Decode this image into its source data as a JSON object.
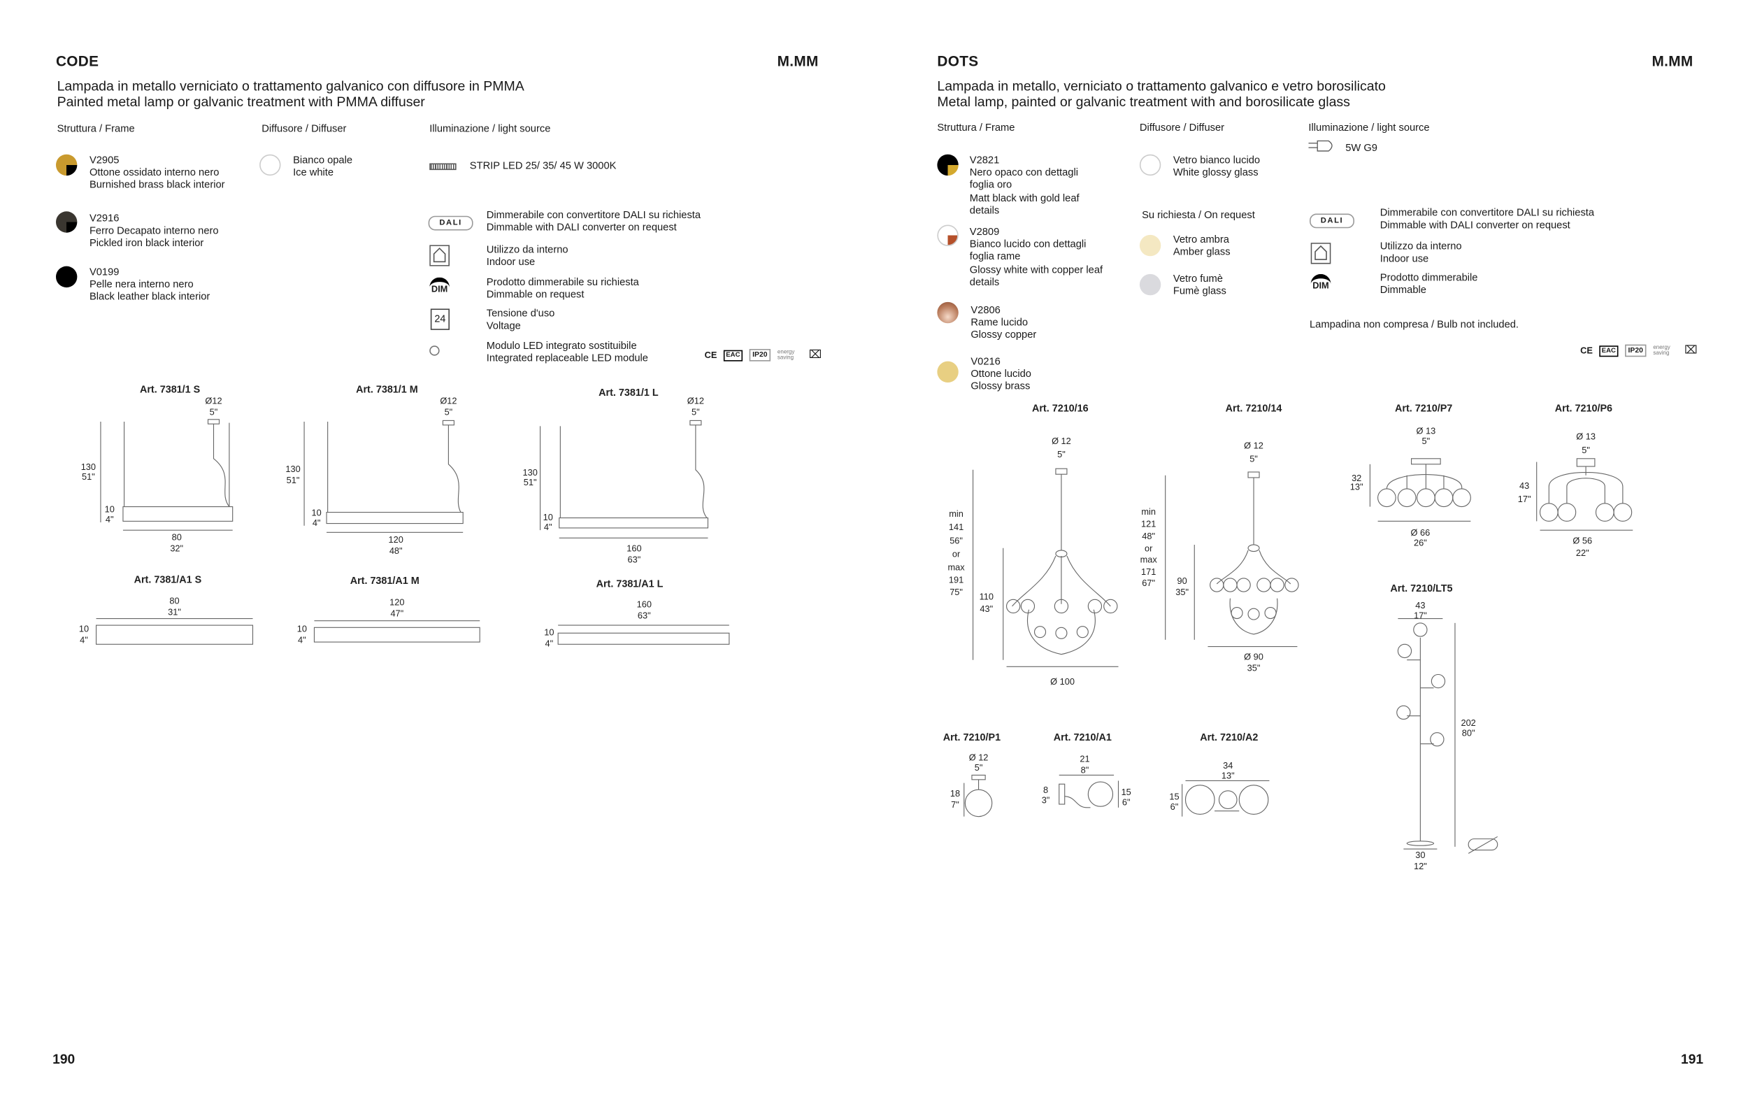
{
  "left": {
    "title": "CODE",
    "brand": "M.MM",
    "desc": [
      "Lampada in metallo verniciato o trattamento galvanico con diffusore in PMMA",
      "Painted metal lamp or galvanic treatment with PMMA diffuser"
    ],
    "headers": {
      "frame": "Struttura / Frame",
      "diffuser": "Diffusore / Diffuser",
      "light": "Illuminazione / light source"
    },
    "frames": [
      {
        "code": "V2905",
        "it": "Ottone ossidato interno nero",
        "en": "Burnished brass black interior",
        "color": "#c99a2e"
      },
      {
        "code": "V2916",
        "it": "Ferro Decapato interno nero",
        "en": "Pickled iron black interior",
        "color": "#3a3630"
      },
      {
        "code": "V0199",
        "it": "Pelle nera interno nero",
        "en": "Black leather black interior",
        "color": "#000000"
      }
    ],
    "diffusers": [
      {
        "it": "Bianco opale",
        "en": "Ice white"
      }
    ],
    "light": "STRIP LED 25/ 35/ 45 W 3000K",
    "features": [
      {
        "icon": "dali-icon",
        "badge": "DALI",
        "it": "Dimmerabile con convertitore DALI su richiesta",
        "en": "Dimmable with DALI converter on request"
      },
      {
        "icon": "indoor-icon",
        "it": "Utilizzo da interno",
        "en": "Indoor use"
      },
      {
        "icon": "dim-icon",
        "badge": "DIM",
        "it": "Prodotto dimmerabile su richiesta",
        "en": "Dimmable on request"
      },
      {
        "icon": "voltage-icon",
        "badge": "24",
        "it": "Tensione d'uso",
        "en": "Voltage"
      },
      {
        "icon": "led-module-icon",
        "it": "Modulo LED integrato sostituibile",
        "en": "Integrated replaceable LED module"
      }
    ],
    "certs": {
      "ce": "CE",
      "eac": "EAC",
      "ip": "IP20",
      "energy": "energy saving"
    },
    "drawings": [
      {
        "label": "Art. 7381/1 S",
        "dims": [
          "Ø12",
          "5\"",
          "130",
          "51\"",
          "10",
          "4\"",
          "80",
          "32\""
        ]
      },
      {
        "label": "Art. 7381/1 M",
        "dims": [
          "Ø12",
          "5\"",
          "130",
          "51\"",
          "10",
          "4\"",
          "120",
          "48\""
        ]
      },
      {
        "label": "Art. 7381/1 L",
        "dims": [
          "Ø12",
          "5\"",
          "130",
          "51\"",
          "10",
          "4\"",
          "160",
          "63\""
        ]
      },
      {
        "label": "Art. 7381/A1 S",
        "dims": [
          "80",
          "31\"",
          "10",
          "4\""
        ]
      },
      {
        "label": "Art. 7381/A1 M",
        "dims": [
          "120",
          "47\"",
          "10",
          "4\""
        ]
      },
      {
        "label": "Art. 7381/A1 L",
        "dims": [
          "160",
          "63\"",
          "10",
          "4\""
        ]
      }
    ],
    "page": "190"
  },
  "right": {
    "title": "DOTS",
    "brand": "M.MM",
    "desc": [
      "Lampada in metallo, verniciato o trattamento galvanico e vetro borosilicato",
      "Metal lamp, painted or galvanic treatment with and borosilicate glass"
    ],
    "headers": {
      "frame": "Struttura / Frame",
      "diffuser": "Diffusore / Diffuser",
      "light": "Illuminazione / light source",
      "on_request": "Su richiesta / On request"
    },
    "frames": [
      {
        "code": "V2821",
        "lines": [
          "Nero opaco con dettagli",
          "foglia oro",
          "Matt black with gold leaf",
          "details"
        ],
        "color": "#000000"
      },
      {
        "code": "V2809",
        "lines": [
          "Bianco lucido con dettagli",
          "foglia rame",
          "Glossy white with copper leaf",
          "details"
        ],
        "color": "#ffffff"
      },
      {
        "code": "V2806",
        "lines": [
          "Rame lucido",
          "Glossy copper"
        ],
        "color": "#b87a5a"
      },
      {
        "code": "V0216",
        "lines": [
          "Ottone lucido",
          "Glossy brass"
        ],
        "color": "#e8cf82"
      }
    ],
    "diffusers": [
      {
        "it": "Vetro bianco lucido",
        "en": "White glossy glass",
        "color": "#ffffff"
      },
      {
        "it": "Vetro ambra",
        "en": "Amber glass",
        "color": "#f4e8c2"
      },
      {
        "it": "Vetro fumè",
        "en": "Fumè glass",
        "color": "#dadade"
      }
    ],
    "light": "5W G9",
    "features": [
      {
        "icon": "dali-icon",
        "badge": "DALI",
        "it": "Dimmerabile con convertitore DALI su richiesta",
        "en": "Dimmable with DALI converter on request"
      },
      {
        "icon": "indoor-icon",
        "it": "Utilizzo da interno",
        "en": "Indoor use"
      },
      {
        "icon": "dim-icon",
        "badge": "DIM",
        "it": "Prodotto dimmerabile",
        "en": "Dimmable"
      }
    ],
    "note": "Lampadina non compresa / Bulb not included.",
    "certs": {
      "ce": "CE",
      "eac": "EAC",
      "ip": "IP20",
      "energy": "energy saving"
    },
    "drawings": [
      {
        "label": "Art. 7210/16",
        "dims": [
          "Ø 12",
          "5\"",
          "min",
          "141",
          "56\"",
          "or",
          "max",
          "191",
          "75\"",
          "110",
          "43\"",
          "Ø 100"
        ]
      },
      {
        "label": "Art. 7210/14",
        "dims": [
          "Ø 12",
          "5\"",
          "min",
          "121",
          "48\"",
          "or",
          "max",
          "171",
          "67\"",
          "90",
          "35\"",
          "Ø 90",
          "35\""
        ]
      },
      {
        "label": "Art. 7210/P7",
        "dims": [
          "Ø 13",
          "5\"",
          "32",
          "13\"",
          "Ø 66",
          "26\""
        ]
      },
      {
        "label": "Art. 7210/P6",
        "dims": [
          "Ø 13",
          "5\"",
          "43",
          "17\"",
          "Ø 56",
          "22\""
        ]
      },
      {
        "label": "Art. 7210/LT5",
        "dims": [
          "43",
          "17\"",
          "202",
          "80\"",
          "30",
          "12\""
        ]
      },
      {
        "label": "Art. 7210/P1",
        "dims": [
          "Ø 12",
          "5\"",
          "18",
          "7\""
        ]
      },
      {
        "label": "Art. 7210/A1",
        "dims": [
          "21",
          "8\"",
          "8",
          "3\"",
          "15",
          "6\""
        ]
      },
      {
        "label": "Art. 7210/A2",
        "dims": [
          "34",
          "13\"",
          "15",
          "6\""
        ]
      }
    ],
    "page": "191"
  }
}
